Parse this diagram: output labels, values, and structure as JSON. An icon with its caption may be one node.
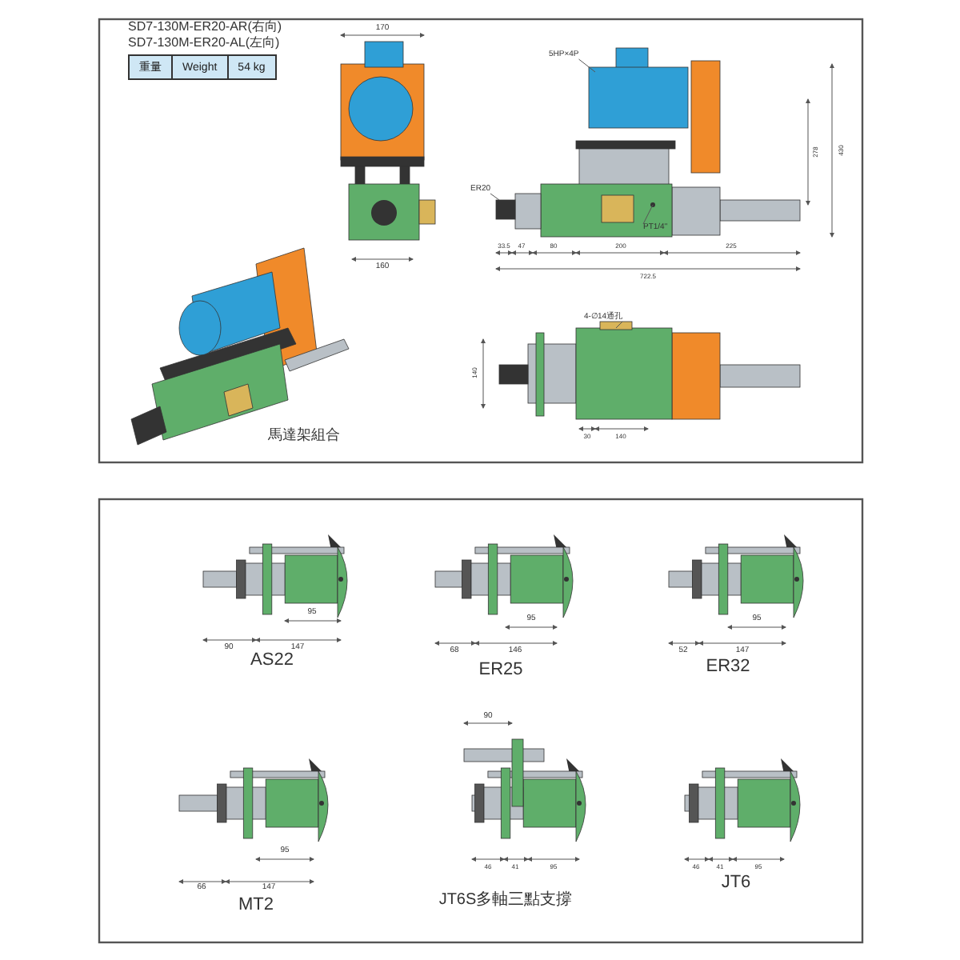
{
  "diagram": {
    "nodes": [
      {
        "text": [
          "5HP×4P"
        ]
      },
      {
        "text": [
          "ER20"
        ]
      },
      {
        "text": [
          "PT1/4\""
        ]
      },
      {
        "text": [
          "4-∅14通孔"
        ]
      }
    ],
    "edges": [
      {
        "from": 0,
        "to": null,
        "arrow": "none"
      },
      {
        "from": 1,
        "to": null,
        "arrow": "none"
      },
      {
        "from": 2,
        "to": null,
        "arrow": "none"
      },
      {
        "from": 3,
        "to": null,
        "arrow": "none"
      }
    ],
    "labels": [
      "SD7-130M-ER20-AR(右向)",
      "SD7-130M-ER20-AL(左向)",
      "重量",
      "Weight",
      "54 kg",
      "170",
      "160",
      "33.5",
      "47",
      "80",
      "200",
      "225",
      "722.5",
      "278",
      "430",
      "馬達架組合",
      "140",
      "30",
      "140",
      "90",
      "147",
      "95",
      "AS22",
      "68",
      "146",
      "95",
      "ER25",
      "52",
      "147",
      "95",
      "ER32",
      "90",
      "66",
      "147",
      "95",
      "MT2",
      "46",
      "41",
      "95",
      "JT6S多軸三點支撐",
      "46",
      "41",
      "95",
      "JT6"
    ]
  }
}
